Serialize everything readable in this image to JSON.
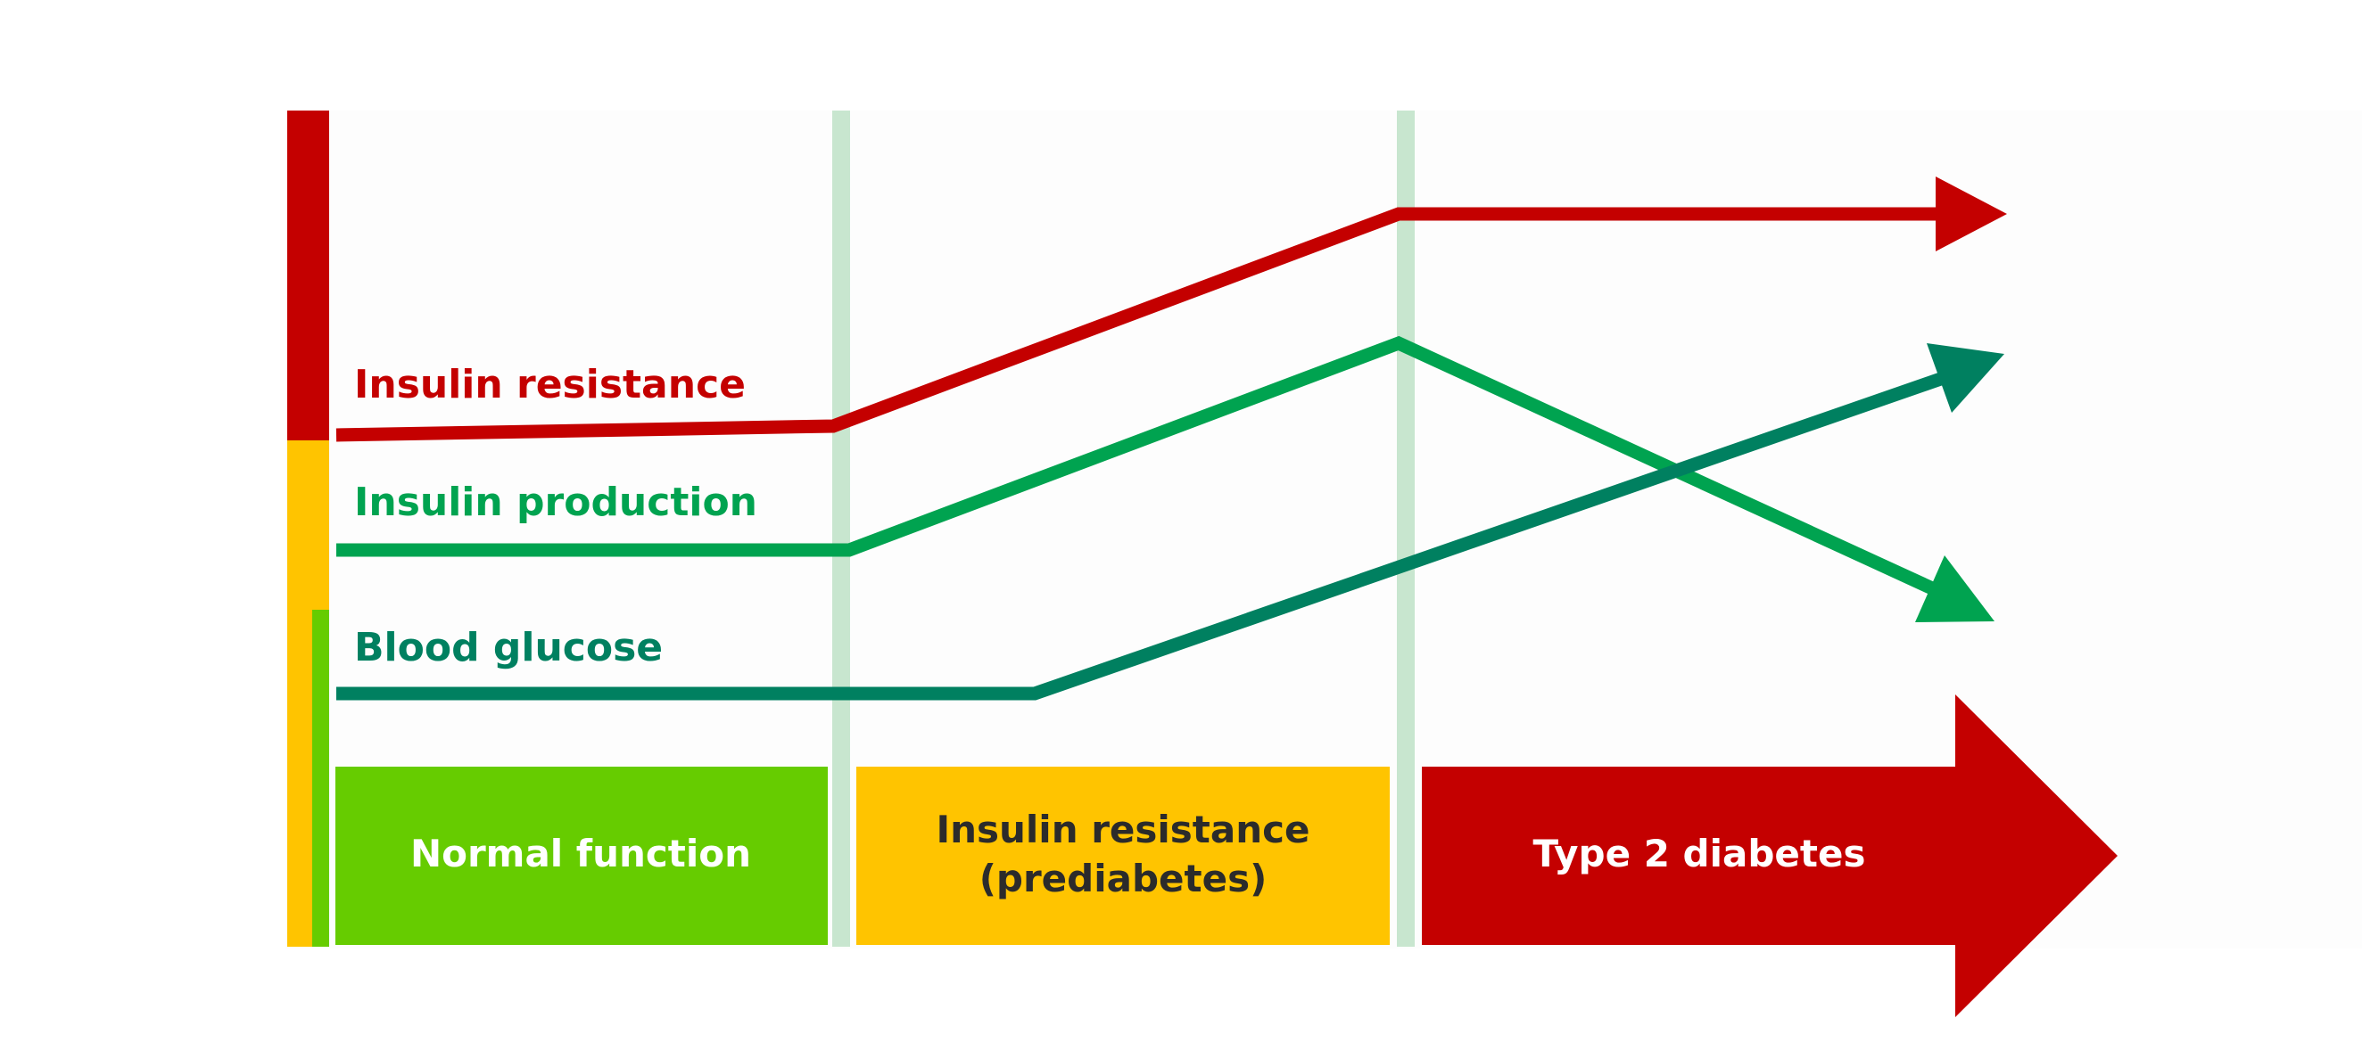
{
  "colors": {
    "red": "#c40000",
    "yellow": "#ffc400",
    "light_green": "#66cc00",
    "green": "#00a350",
    "dark_green": "#008060",
    "divider": "#c8e6cf",
    "background_panel": "#fdfdfd",
    "dark_text": "#2b2b2b",
    "white_text": "#ffffff"
  },
  "lines": {
    "insulin_resistance": {
      "label": "Insulin resistance"
    },
    "insulin_production": {
      "label": "Insulin production"
    },
    "blood_glucose": {
      "label": "Blood glucose"
    }
  },
  "stages": {
    "normal": {
      "label": "Normal function"
    },
    "prediabetes": {
      "label_line1": "Insulin resistance",
      "label_line2": "(prediabetes)"
    },
    "diabetes": {
      "label": "Type 2 diabetes"
    }
  }
}
